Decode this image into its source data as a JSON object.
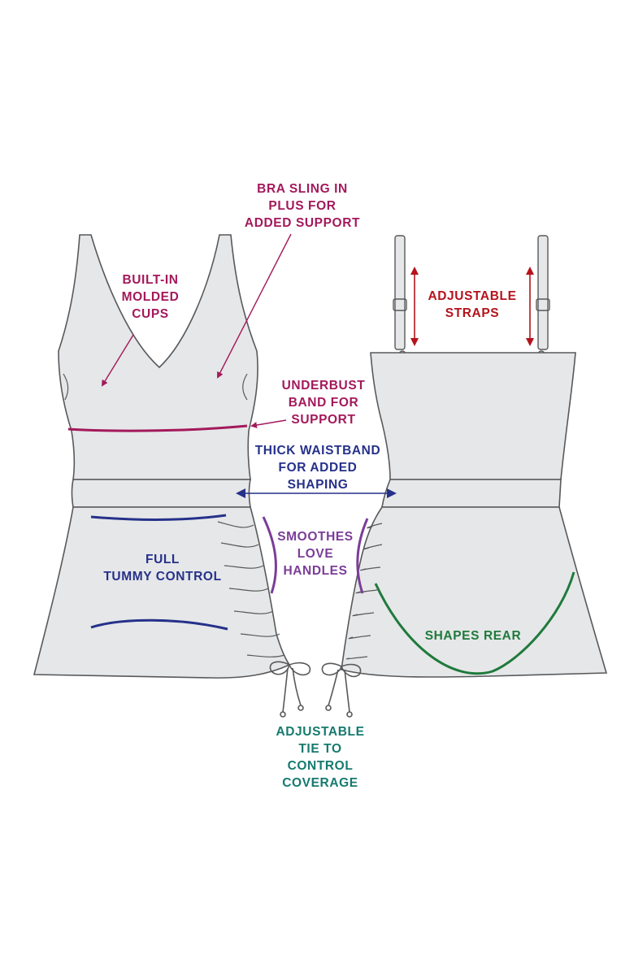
{
  "labels": {
    "bra_sling": [
      "BRA SLING IN",
      "PLUS FOR",
      "ADDED SUPPORT"
    ],
    "molded_cups": [
      "BUILT-IN",
      "MOLDED",
      "CUPS"
    ],
    "adjustable_straps": [
      "ADJUSTABLE",
      "STRAPS"
    ],
    "underbust": [
      "UNDERBUST",
      "BAND FOR",
      "SUPPORT"
    ],
    "waistband": [
      "THICK WAISTBAND",
      "FOR ADDED",
      "SHAPING"
    ],
    "smoothes": [
      "SMOOTHES",
      "LOVE",
      "HANDLES"
    ],
    "tummy": [
      "FULL",
      "TUMMY CONTROL"
    ],
    "shapes_rear": [
      "SHAPES REAR"
    ],
    "adjustable_tie": [
      "ADJUSTABLE",
      "TIE TO",
      "CONTROL",
      "COVERAGE"
    ]
  },
  "colors": {
    "garment_fill": "#e6e7e8",
    "garment_stroke": "#58595b",
    "magenta": "#a3195b",
    "blue": "#25318a",
    "purple": "#7b3d98",
    "red": "#b5121b",
    "green": "#1f7a3c",
    "teal": "#157a6e"
  }
}
